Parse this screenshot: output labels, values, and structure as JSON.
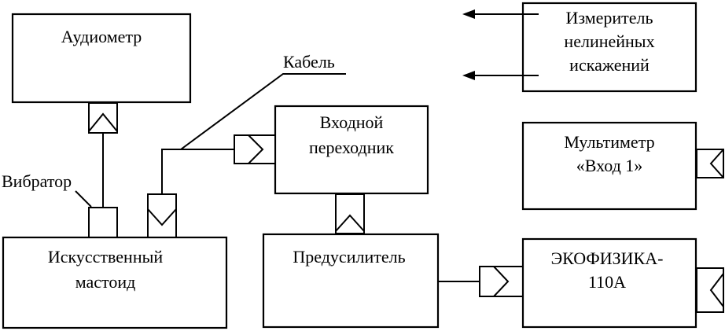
{
  "blocks": {
    "audiometer": "Аудиометр",
    "distortion_meter": [
      "Измеритель",
      "нелинейных",
      "искажений"
    ],
    "input_adapter": [
      "Входной",
      "переходник"
    ],
    "multimeter": [
      "Мультиметр",
      "«Вход 1»"
    ],
    "artificial_mastoid": [
      "Искусственный",
      "мастоид"
    ],
    "preamplifier": "Предусилитель",
    "ecophysics": [
      "ЭКОФИЗИКА-",
      "110А"
    ]
  },
  "labels": {
    "cable": "Кабель",
    "vibrator": "Вибратор"
  }
}
